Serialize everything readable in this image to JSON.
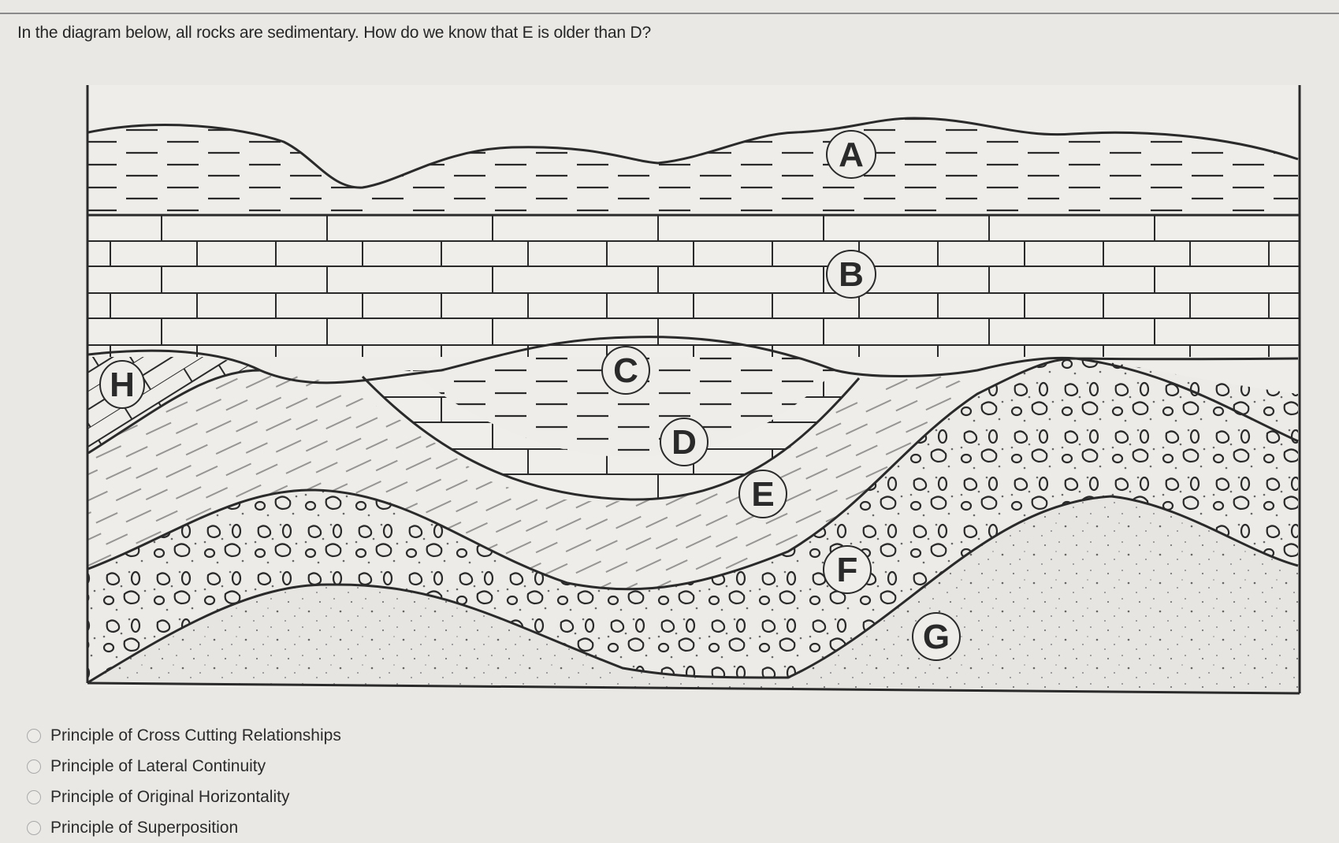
{
  "question": {
    "text": "In the diagram below, all rocks are sedimentary. How do we know that E is older than D?"
  },
  "diagram": {
    "type": "geologic-cross-section",
    "layers": [
      {
        "label": "A",
        "rock": "shale (dashed pattern)",
        "position": "top, irregular upper surface"
      },
      {
        "label": "B",
        "rock": "limestone (brick pattern)",
        "position": "horizontal, below A"
      },
      {
        "label": "C",
        "rock": "shale (curved dashes)",
        "position": "core of syncline"
      },
      {
        "label": "D",
        "rock": "limestone (curved bricks)",
        "position": "folded, below C"
      },
      {
        "label": "E",
        "rock": "shale (dashed)",
        "position": "folded, below D"
      },
      {
        "label": "F",
        "rock": "conglomerate (pebbles)",
        "position": "folded, below E"
      },
      {
        "label": "G",
        "rock": "sandstone (dots)",
        "position": "bottom, folded"
      },
      {
        "label": "H",
        "rock": "limestone (tilted bricks)",
        "position": "left, above folded shale"
      }
    ],
    "labels": {
      "A": "A",
      "B": "B",
      "C": "C",
      "D": "D",
      "E": "E",
      "F": "F",
      "G": "G",
      "H": "H"
    }
  },
  "options": [
    {
      "label": "Principle of Cross Cutting Relationships",
      "selected": false
    },
    {
      "label": "Principle of Lateral Continuity",
      "selected": false
    },
    {
      "label": "Principle of Original Horizontality",
      "selected": false
    },
    {
      "label": "Principle of Superposition",
      "selected": false
    }
  ],
  "colors": {
    "background": "#e9e8e4",
    "ink": "#2a2a2a",
    "radio_border": "#a9a9a9"
  }
}
